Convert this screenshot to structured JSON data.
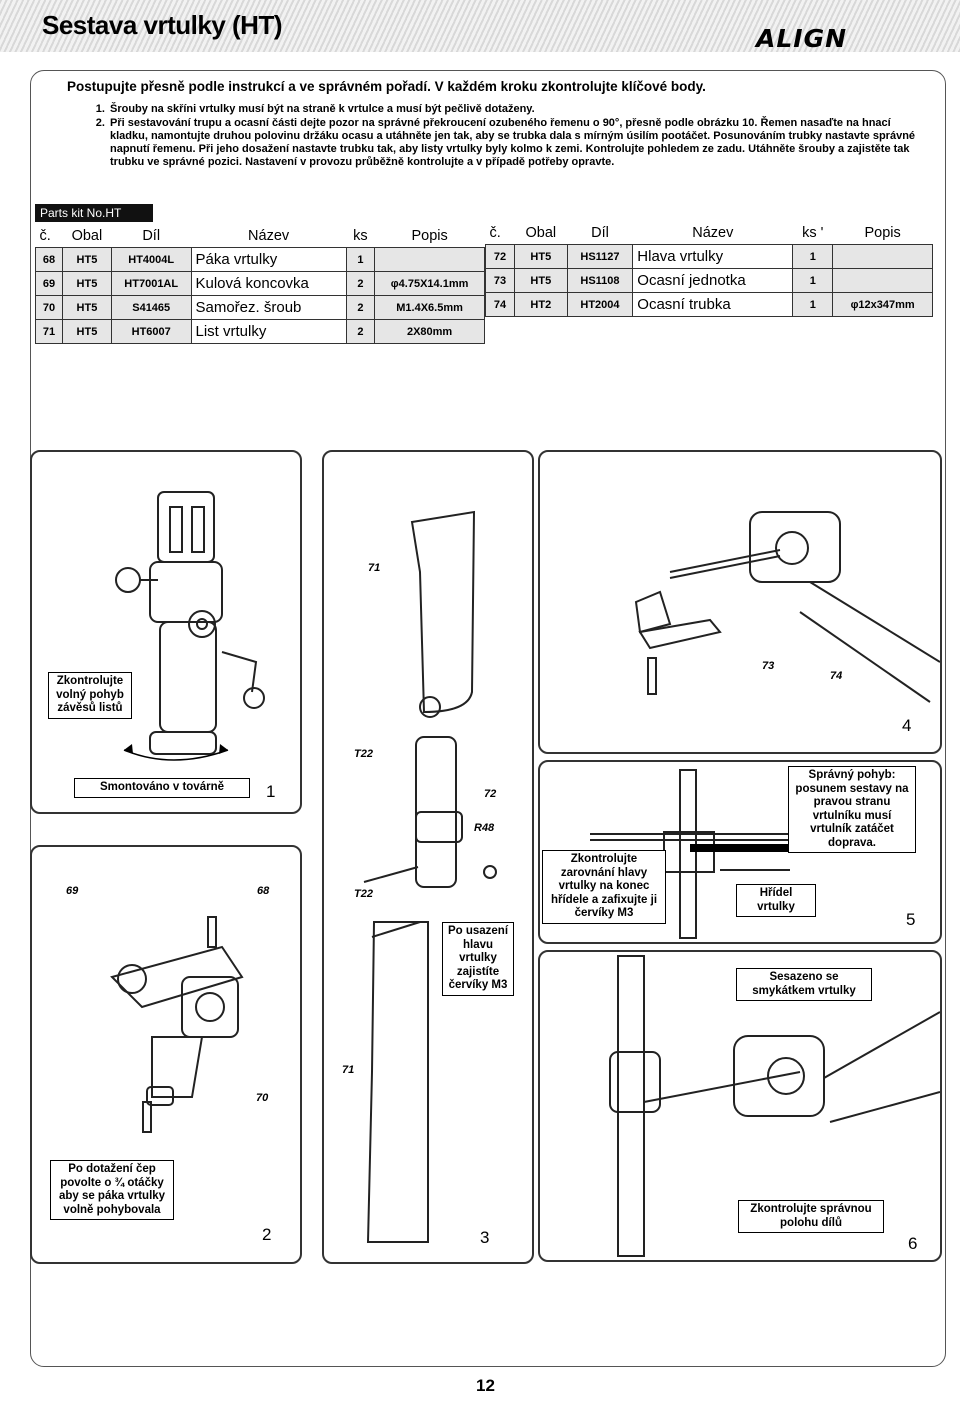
{
  "header": {
    "title": "Sestava vrtulky (HT)",
    "logo_text": "ALIGN"
  },
  "intro": {
    "lead": "Postupujte přesně podle instrukcí a ve správném pořadí. V každém kroku zkontrolujte klíčové body.",
    "items": [
      "Šrouby na skříni vrtulky musí být na straně k vrtulce a musí být pečlivě dotaženy.",
      "Při sestavování trupu a ocasní části dejte pozor na správné překroucení ozubeného řemenu o 90°, přesně podle obrázku 10. Řemen nasaďte na hnací kladku, namontujte druhou polovinu držáku ocasu a utáhněte jen tak, aby se trubka dala s mírným úsilím pootáčet. Posunováním trubky nastavte správné napnutí řemenu. Při jeho dosažení nastavte trubku tak, aby listy vrtulky byly kolmo k zemi. Kontrolujte pohledem ze zadu. Utáhněte šrouby a zajistěte tak trubku ve správné pozici. Nastavení v provozu průběžně kontrolujte a v případě potřeby opravte."
    ]
  },
  "parts_kit": {
    "label": "Parts kit No.HT",
    "headers": [
      "č.",
      "Obal",
      "Díl",
      "Název",
      "ks",
      "Popis"
    ],
    "headers_right": [
      "č.",
      "Obal",
      "Díl",
      "Název",
      "ks '",
      "Popis"
    ],
    "left_rows": [
      {
        "no": "68",
        "pack": "HT5",
        "part": "HT4004L",
        "name": "Páka vrtulky",
        "qty": "1",
        "desc": ""
      },
      {
        "no": "69",
        "pack": "HT5",
        "part": "HT7001AL",
        "name": "Kulová koncovka",
        "qty": "2",
        "desc": "φ4.75X14.1mm"
      },
      {
        "no": "70",
        "pack": "HT5",
        "part": "S41465",
        "name": "Samořez. šroub",
        "qty": "2",
        "desc": "M1.4X6.5mm"
      },
      {
        "no": "71",
        "pack": "HT5",
        "part": "HT6007",
        "name": "List vrtulky",
        "qty": "2",
        "desc": "2X80mm"
      }
    ],
    "right_rows": [
      {
        "no": "72",
        "pack": "HT5",
        "part": "HS1127",
        "name": "Hlava vrtulky",
        "qty": "1",
        "desc": ""
      },
      {
        "no": "73",
        "pack": "HT5",
        "part": "HS1108",
        "name": "Ocasní jednotka",
        "qty": "1",
        "desc": ""
      },
      {
        "no": "74",
        "pack": "HT2",
        "part": "HT2004",
        "name": "Ocasní trubka",
        "qty": "1",
        "desc": "φ12x347mm"
      }
    ]
  },
  "panels": {
    "p1": {
      "step": "1",
      "check_label": "Zkontrolujte volný pohyb závěsů listů",
      "factory_label": "Smontováno v továrně",
      "callouts": []
    },
    "p2": {
      "step": "2",
      "label": "Po dotažení čep povolte o ¾ otáčky aby se páka vrtulky volně pohybovala",
      "callouts": [
        "69",
        "68",
        "70"
      ]
    },
    "p3": {
      "step": "3",
      "label": "Po usazení hlavu vrtulky zajistíte červíky M3",
      "callouts": [
        "71",
        "T22",
        "72",
        "R48",
        "T22",
        "71"
      ]
    },
    "p4": {
      "step": "4",
      "callouts": [
        "73",
        "74"
      ]
    },
    "p5": {
      "step": "5",
      "labels": [
        "Správný pohyb: posunem sestavy na pravou stranu vrtulníku musí vrtulník zatáčet doprava.",
        "Zkontrolujte zarovnání hlavy vrtulky na konec hřídele a zafixujte ji červíky M3",
        "Hřídel vrtulky"
      ]
    },
    "p6": {
      "step": "6",
      "labels": [
        "Sesazeno se smykátkem vrtulky",
        "Zkontrolujte správnou polohu dílů"
      ]
    }
  },
  "page_number": "12"
}
